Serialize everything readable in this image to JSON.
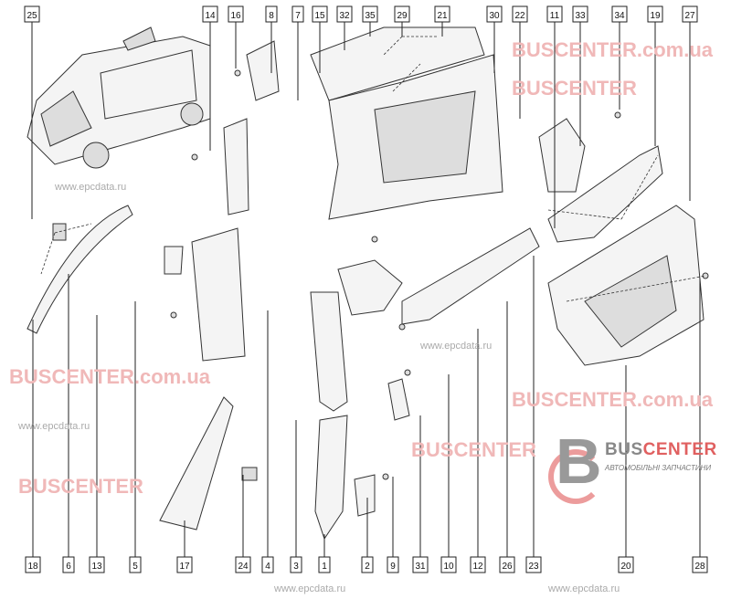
{
  "diagram": {
    "top_labels": [
      "25",
      "14",
      "16",
      "8",
      "7",
      "15",
      "32",
      "35",
      "29",
      "21",
      "30",
      "22",
      "11",
      "33",
      "34",
      "19",
      "27"
    ],
    "bottom_labels": [
      "18",
      "6",
      "13",
      "5",
      "17",
      "24",
      "4",
      "3",
      "1",
      "2",
      "9",
      "31",
      "10",
      "12",
      "26",
      "23",
      "20",
      "28"
    ]
  },
  "watermarks": {
    "brand": "BUSCENTER",
    "site1": "BUSCENTER.com.ua",
    "site2": "www.epcdata.ru"
  },
  "logo": {
    "letter": "B",
    "name_part1": "BUS",
    "name_part2": "CENTER",
    "tagline": "АВТОМОБІЛЬНІ ЗАПЧАСТИНИ"
  },
  "colors": {
    "accent": "#e06060",
    "gray": "#888888"
  }
}
